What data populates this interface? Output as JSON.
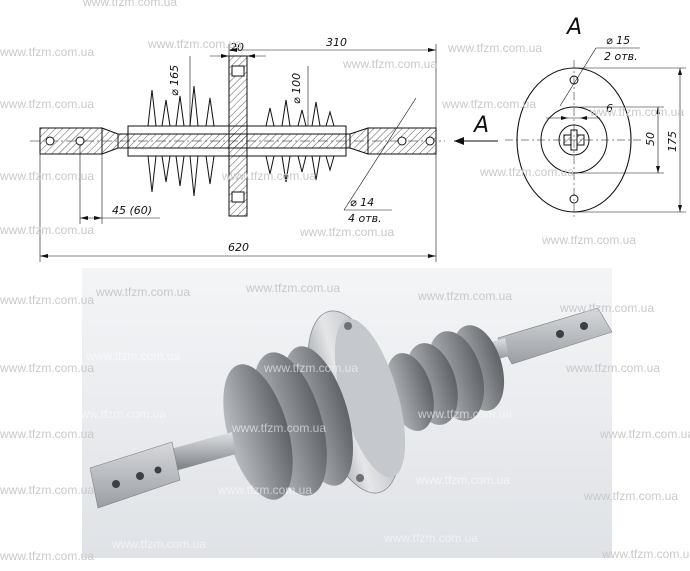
{
  "drawing": {
    "side_view": {
      "dim_overall_length": "620",
      "dim_flange_to_end": "310",
      "dim_flange_thickness": "20",
      "dim_flange_diameter": "⌀ 165",
      "dim_rib_diameter": "⌀ 100",
      "dim_end_length": "45 (60)",
      "dim_hole_diameter": "⌀ 14",
      "dim_hole_count": "4 отв.",
      "view_marker": "A"
    },
    "view_a": {
      "title": "A",
      "dim_hole_diameter": "⌀ 15",
      "dim_hole_count": "2 отв.",
      "dim_slot": "6",
      "dim_inner": "50",
      "dim_outer": "175"
    }
  },
  "watermark": {
    "text": "www.tfzm.com.ua"
  },
  "colors": {
    "line": "#111111",
    "hatch": "#111111",
    "watermark": "#c9c9c9",
    "insulator_grey": "#8f9398",
    "flange_metal": "#c7cacd",
    "render_bg": "#e9ebee"
  }
}
